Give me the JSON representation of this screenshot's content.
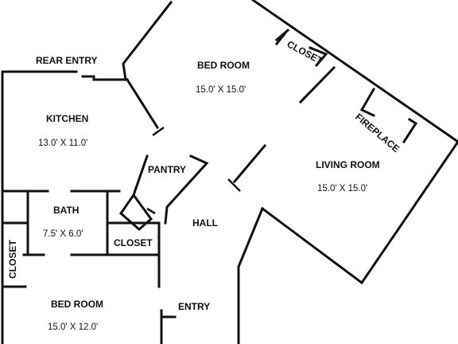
{
  "colors": {
    "wall": "#111111",
    "background": "#ffffff"
  },
  "rooms": {
    "bedroom_top": {
      "name": "BED ROOM",
      "size": "15.0' X 15.0'"
    },
    "kitchen": {
      "name": "KITCHEN",
      "size": "13.0' X 11.0'"
    },
    "living_room": {
      "name": "LIVING ROOM",
      "size": "15.0' X 15.0'"
    },
    "bath": {
      "name": "BATH",
      "size": "7.5' X 6.0'"
    },
    "bedroom_bottom": {
      "name": "BED ROOM",
      "size": "15.0' X 12.0'"
    },
    "pantry": {
      "name": "PANTRY"
    },
    "hall": {
      "name": "HALL"
    }
  },
  "labels": {
    "rear_entry": "REAR ENTRY",
    "entry": "ENTRY",
    "closet_top": "CLOSET",
    "closet_mid": "CLOSET",
    "closet_left": "CLOSET",
    "fireplace": "FIREPLACE"
  }
}
